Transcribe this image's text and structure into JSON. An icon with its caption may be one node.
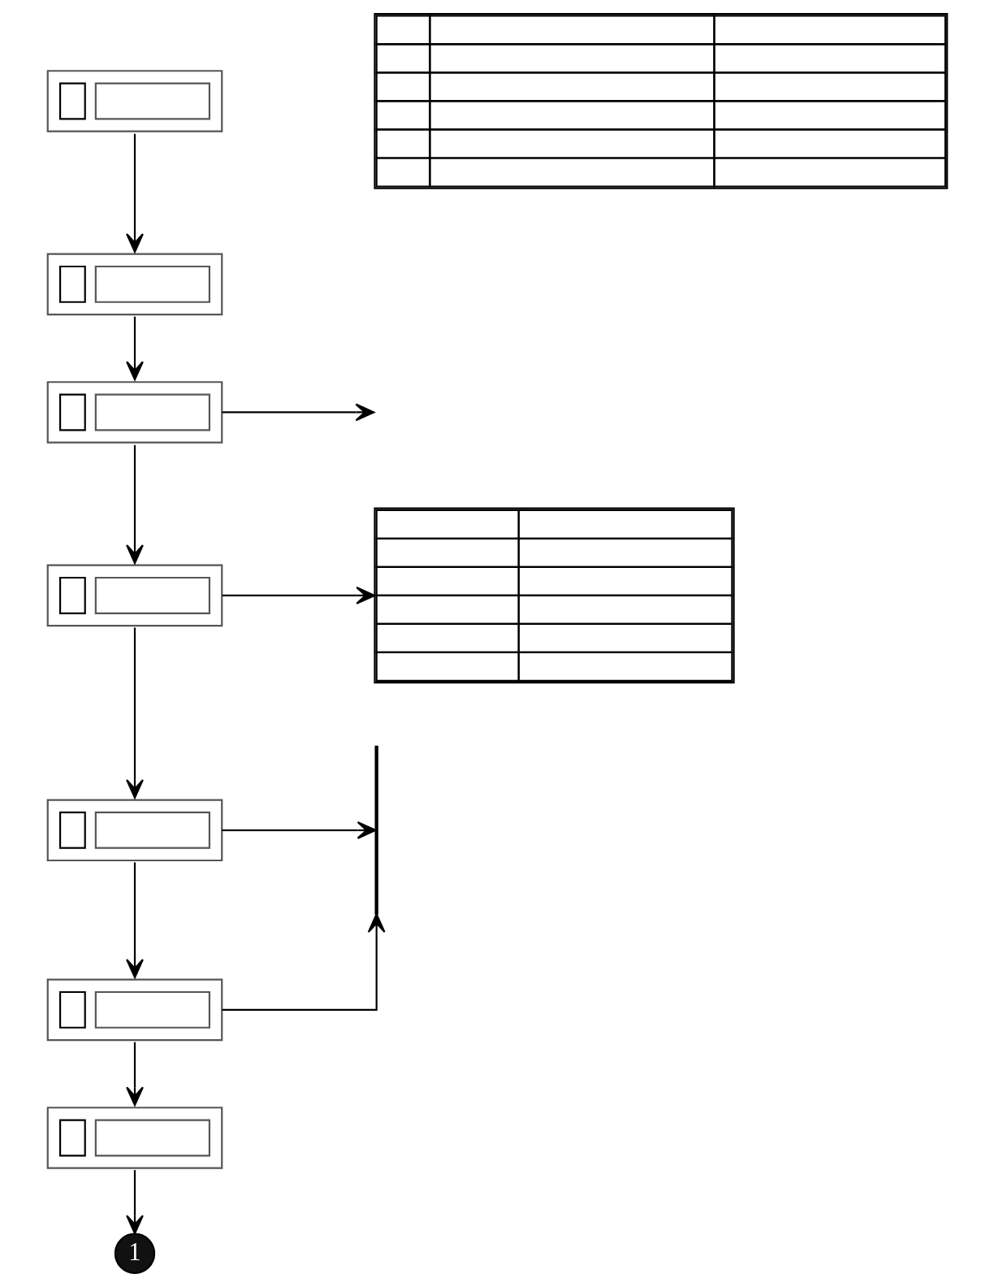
{
  "diagram": {
    "nodes": [
      {
        "text": [],
        "shape": "box"
      },
      {
        "text": [],
        "shape": "table"
      },
      {
        "text": [],
        "shape": "box"
      },
      {
        "text": [],
        "shape": "box"
      },
      {
        "text": [],
        "shape": "box"
      },
      {
        "text": [],
        "shape": "table"
      },
      {
        "text": [],
        "shape": "box"
      },
      {
        "text": [],
        "shape": "bar"
      },
      {
        "text": [],
        "shape": "box"
      },
      {
        "text": [],
        "shape": "box"
      },
      {
        "text": [
          "1"
        ]
      }
    ],
    "edges": [
      {
        "from": 0,
        "to": 2,
        "arrow": "to"
      },
      {
        "from": 2,
        "to": 3,
        "arrow": "to"
      },
      {
        "from": 3,
        "to": null,
        "arrow": "to"
      },
      {
        "from": 3,
        "to": 4,
        "arrow": "to"
      },
      {
        "from": 4,
        "to": 5,
        "arrow": "to"
      },
      {
        "from": 4,
        "to": 6,
        "arrow": "to"
      },
      {
        "from": 6,
        "to": 7,
        "arrow": "to"
      },
      {
        "from": 6,
        "to": 8,
        "arrow": "to"
      },
      {
        "from": 8,
        "to": 7,
        "arrow": "to"
      },
      {
        "from": 8,
        "to": 9,
        "arrow": "to"
      },
      {
        "from": 9,
        "to": 10,
        "arrow": "to"
      }
    ]
  }
}
